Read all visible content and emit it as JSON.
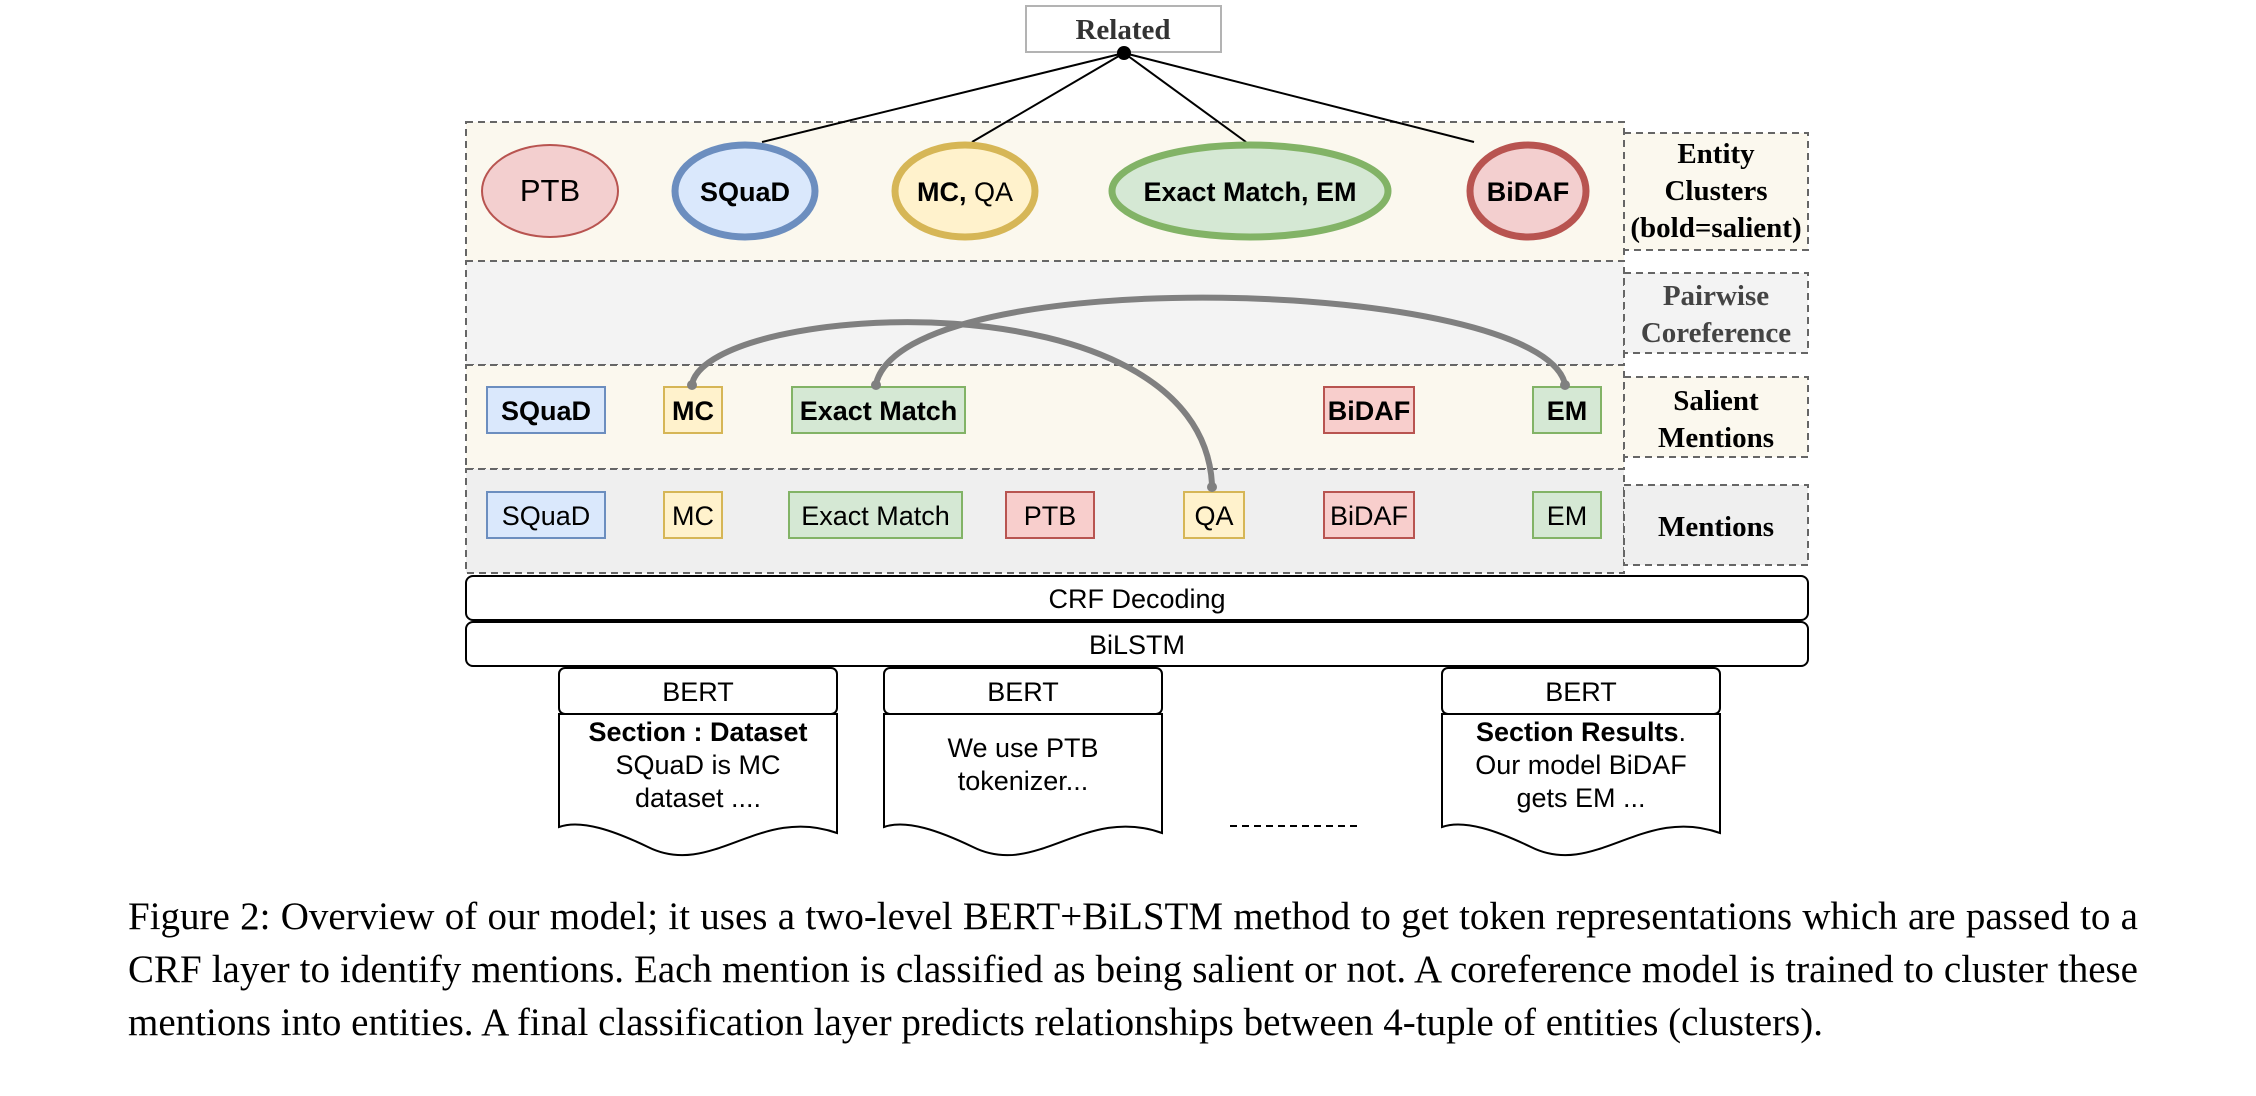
{
  "related": "Related",
  "entity_clusters": [
    {
      "text": "PTB",
      "bold": "",
      "rest": "PTB",
      "fill": "#f3cfcf",
      "stroke": "#b85450"
    },
    {
      "text": "SQuaD",
      "bold": "SQuaD",
      "rest": "",
      "fill": "#dae8fc",
      "stroke": "#6c8ebf"
    },
    {
      "text": "MC, QA",
      "bold": "MC,",
      "rest": " QA",
      "fill": "#fff2cc",
      "stroke": "#d6b656"
    },
    {
      "text": "Exact Match, EM",
      "bold": "Exact Match, EM",
      "rest": "",
      "fill": "#d5e8d4",
      "stroke": "#82b366"
    },
    {
      "text": "BiDAF",
      "bold": "BiDAF",
      "rest": "",
      "fill": "#f3cfcf",
      "stroke": "#b85450"
    }
  ],
  "row_labels": {
    "entity_clusters": [
      "Entity",
      "Clusters",
      "(bold=salient)"
    ],
    "pairwise": [
      "Pairwise",
      "Coreference"
    ],
    "salient": [
      "Salient",
      "Mentions"
    ],
    "mentions": [
      "Mentions"
    ]
  },
  "salient_mentions": [
    "SQuaD",
    "MC",
    "Exact Match",
    "BiDAF",
    "EM"
  ],
  "mentions": [
    "SQuaD",
    "MC",
    "Exact Match",
    "PTB",
    "QA",
    "BiDAF",
    "EM"
  ],
  "layers": {
    "crf": "CRF Decoding",
    "bilstm": "BiLSTM"
  },
  "documents": [
    {
      "header": "BERT",
      "bold": "Section : Dataset",
      "after_bold": "",
      "lines": [
        "SQuaD is MC",
        "dataset ...."
      ]
    },
    {
      "header": "BERT",
      "bold": "",
      "after_bold": "",
      "lines": [
        "We use PTB",
        "tokenizer..."
      ]
    },
    {
      "header": "BERT",
      "bold": "Section Results",
      "after_bold": ".",
      "lines": [
        "Our model BiDAF",
        "gets EM ..."
      ]
    }
  ],
  "caption": "Figure 2: Overview of our model; it uses a two-level BERT+BiLSTM method to get token representations which are passed to a CRF layer to identify mentions. Each mention is classified as being salient or not. A coreference model is trained to cluster these mentions into entities. A final classification layer predicts relationships between 4-tuple of entities (clusters).",
  "colors": {
    "blue_fill": "#dae8fc",
    "blue_stroke": "#6c8ebf",
    "yellow_fill": "#fff2cc",
    "yellow_stroke": "#d6b656",
    "green_fill": "#d5e8d4",
    "green_stroke": "#82b366",
    "red_fill": "#f8cecc",
    "red_stroke": "#b85450",
    "cream_band": "#fbf8ee",
    "grey_band": "#f3f3f3",
    "arc": "#808080"
  }
}
